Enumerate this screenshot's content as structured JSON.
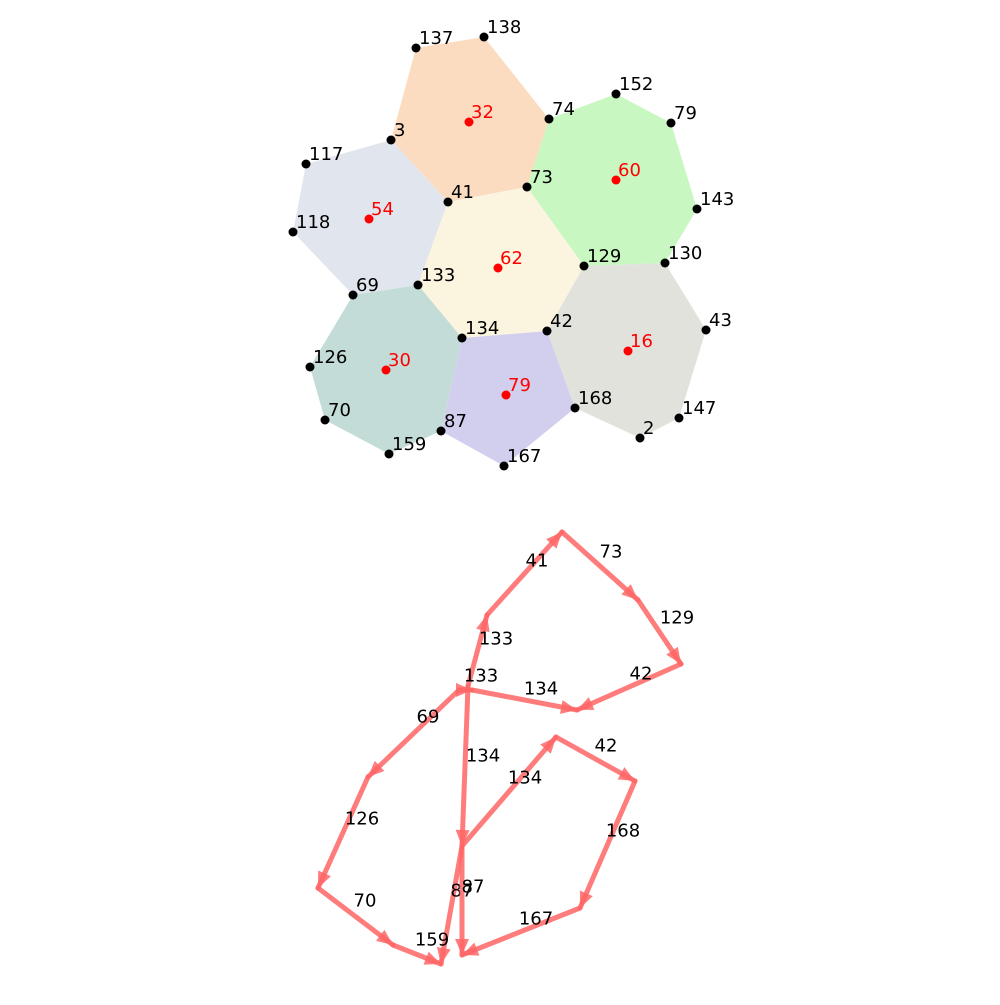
{
  "colors": {
    "cell_fills": {
      "32": "#fbdcc1",
      "60": "#c8f7c1",
      "54": "#e1e6ee",
      "62": "#fbf5e0",
      "16": "#e2e2dc",
      "30": "#c3dcd8",
      "79": "#d2cfee"
    },
    "vertex": "#000000",
    "center": "#ff0000",
    "path": "#ff6666"
  },
  "vertices": [
    {
      "id": "137",
      "label": "137"
    },
    {
      "id": "138",
      "label": "138"
    },
    {
      "id": "3",
      "label": "3"
    },
    {
      "id": "74",
      "label": "74"
    },
    {
      "id": "152",
      "label": "152"
    },
    {
      "id": "79",
      "label": "79"
    },
    {
      "id": "117",
      "label": "117"
    },
    {
      "id": "41",
      "label": "41"
    },
    {
      "id": "73",
      "label": "73"
    },
    {
      "id": "143",
      "label": "143"
    },
    {
      "id": "118",
      "label": "118"
    },
    {
      "id": "129",
      "label": "129"
    },
    {
      "id": "130",
      "label": "130"
    },
    {
      "id": "69",
      "label": "69"
    },
    {
      "id": "133",
      "label": "133"
    },
    {
      "id": "134",
      "label": "134"
    },
    {
      "id": "42",
      "label": "42"
    },
    {
      "id": "43",
      "label": "43"
    },
    {
      "id": "126",
      "label": "126"
    },
    {
      "id": "70",
      "label": "70"
    },
    {
      "id": "87",
      "label": "87"
    },
    {
      "id": "168",
      "label": "168"
    },
    {
      "id": "147",
      "label": "147"
    },
    {
      "id": "2",
      "label": "2"
    },
    {
      "id": "159",
      "label": "159"
    },
    {
      "id": "167",
      "label": "167"
    }
  ],
  "cells": [
    {
      "id": "32",
      "label": "32",
      "vertices": [
        "137",
        "138",
        "74",
        "73",
        "41",
        "3"
      ]
    },
    {
      "id": "60",
      "label": "60",
      "vertices": [
        "74",
        "152",
        "79",
        "143",
        "130",
        "129",
        "73"
      ]
    },
    {
      "id": "54",
      "label": "54",
      "vertices": [
        "117",
        "3",
        "41",
        "133",
        "69",
        "118"
      ]
    },
    {
      "id": "62",
      "label": "62",
      "vertices": [
        "41",
        "73",
        "129",
        "42",
        "134",
        "133"
      ]
    },
    {
      "id": "16",
      "label": "16",
      "vertices": [
        "129",
        "130",
        "43",
        "147",
        "2",
        "168",
        "42"
      ]
    },
    {
      "id": "30",
      "label": "30",
      "vertices": [
        "69",
        "133",
        "134",
        "87",
        "159",
        "70",
        "126"
      ]
    },
    {
      "id": "79",
      "label": "79",
      "vertices": [
        "134",
        "42",
        "168",
        "167",
        "87"
      ]
    }
  ],
  "path_edges": [
    {
      "label": "41"
    },
    {
      "label": "73"
    },
    {
      "label": "133"
    },
    {
      "label": "129"
    },
    {
      "label": "42"
    },
    {
      "label": "133"
    },
    {
      "label": "134"
    },
    {
      "label": "69"
    },
    {
      "label": "134"
    },
    {
      "label": "42"
    },
    {
      "label": "134"
    },
    {
      "label": "126"
    },
    {
      "label": "168"
    },
    {
      "label": "87"
    },
    {
      "label": "87"
    },
    {
      "label": "70"
    },
    {
      "label": "167"
    },
    {
      "label": "159"
    }
  ]
}
